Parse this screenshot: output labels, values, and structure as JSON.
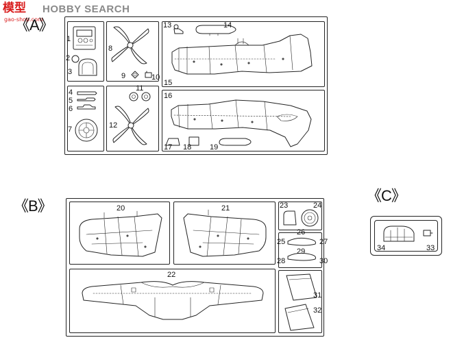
{
  "watermark": {
    "brand": "HOBBY SEARCH",
    "site": "gao-shop.com"
  },
  "sections": {
    "a": "《A》",
    "b": "《B》",
    "c": "《C》"
  },
  "parts": {
    "p1": "1",
    "p2": "2",
    "p3": "3",
    "p4": "4",
    "p5": "5",
    "p6": "6",
    "p7": "7",
    "p8": "8",
    "p9": "9",
    "p10": "10",
    "p11": "11",
    "p12": "12",
    "p13": "13",
    "p14": "14",
    "p15": "15",
    "p16": "16",
    "p17": "17",
    "p18": "18",
    "p19": "19",
    "p20": "20",
    "p21": "21",
    "p22": "22",
    "p23": "23",
    "p24": "24",
    "p25": "25",
    "p26": "26",
    "p27": "27",
    "p28": "28",
    "p29": "29",
    "p30": "30",
    "p31": "31",
    "p32": "32",
    "p33": "33",
    "p34": "34"
  }
}
